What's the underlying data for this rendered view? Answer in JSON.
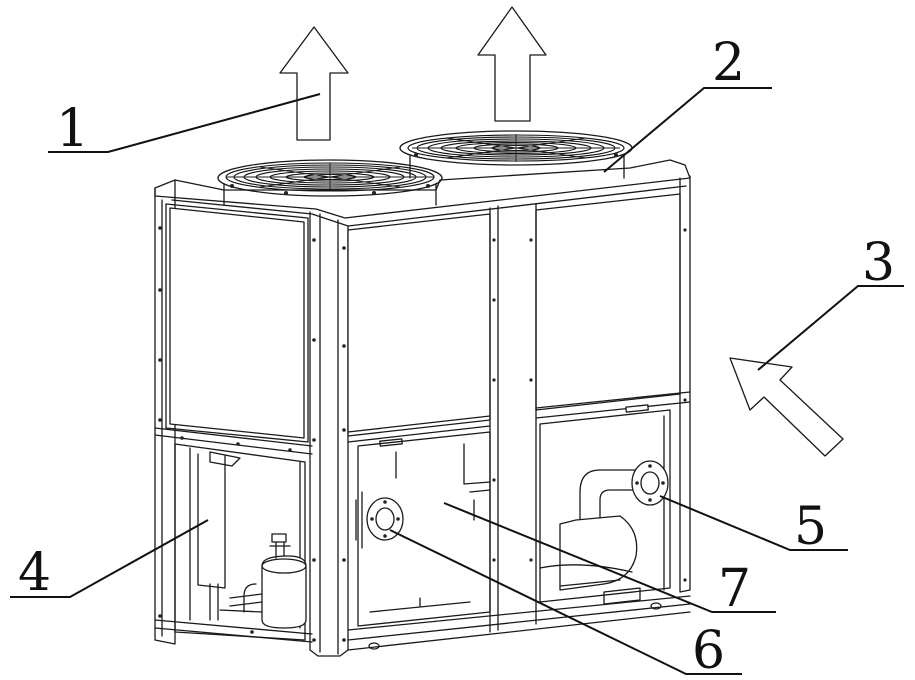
{
  "figure": {
    "labels": [
      {
        "id": "1",
        "text": "1"
      },
      {
        "id": "2",
        "text": "2"
      },
      {
        "id": "3",
        "text": "3"
      },
      {
        "id": "4",
        "text": "4"
      },
      {
        "id": "5",
        "text": "5"
      },
      {
        "id": "6",
        "text": "6"
      },
      {
        "id": "7",
        "text": "7"
      }
    ]
  }
}
